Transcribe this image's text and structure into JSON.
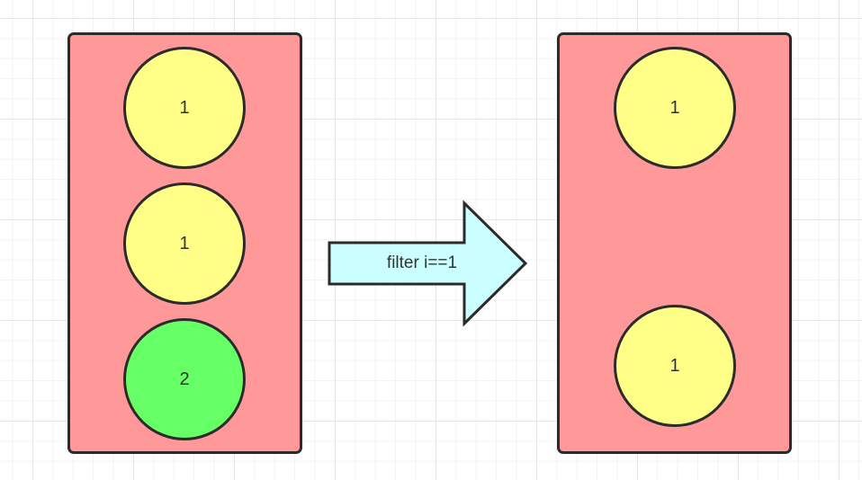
{
  "input_set": {
    "items": [
      {
        "label": "1",
        "color": "#ffff88"
      },
      {
        "label": "1",
        "color": "#ffff88"
      },
      {
        "label": "2",
        "color": "#66ff66"
      }
    ]
  },
  "operation": {
    "label": "filter i==1"
  },
  "output_set": {
    "items": [
      {
        "label": "1",
        "color": "#ffff88"
      },
      {
        "label": "1",
        "color": "#ffff88"
      }
    ]
  },
  "colors": {
    "container_fill": "#ff9999",
    "arrow_fill": "#ccffff",
    "outline": "#2b2b2b"
  }
}
